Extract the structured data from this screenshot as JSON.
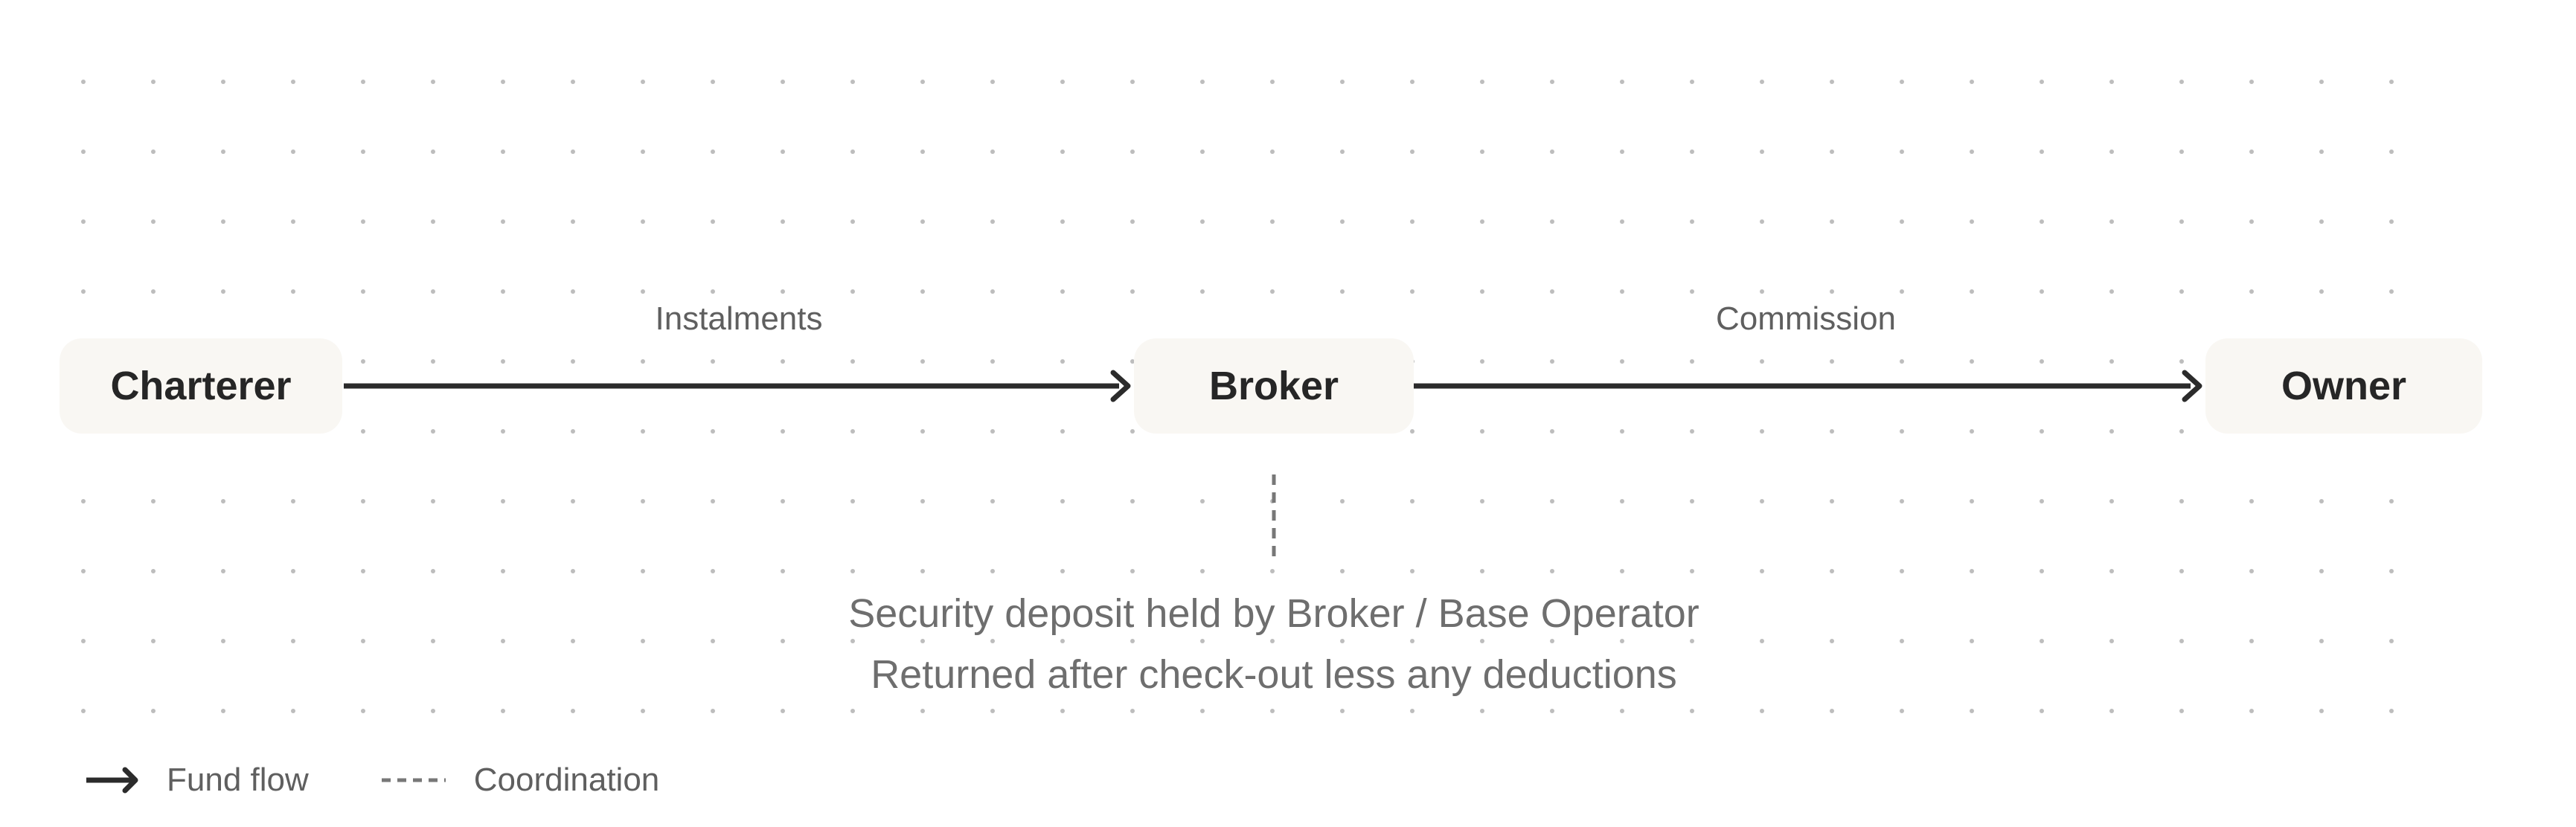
{
  "diagram": {
    "nodes": [
      {
        "id": "charterer",
        "label": "Charterer"
      },
      {
        "id": "broker",
        "label": "Broker"
      },
      {
        "id": "owner",
        "label": "Owner"
      }
    ],
    "edges": [
      {
        "from": "charterer",
        "to": "broker",
        "label": "Instalments",
        "style": "solid"
      },
      {
        "from": "broker",
        "to": "owner",
        "label": "Commission",
        "style": "solid"
      }
    ],
    "note": {
      "attached_to": "broker",
      "style": "dashed",
      "lines": [
        "Security deposit held by Broker / Base Operator",
        "Returned after check-out less any deductions"
      ]
    }
  },
  "legend": {
    "fund_flow": "Fund flow",
    "coordination": "Coordination"
  },
  "colors": {
    "node_fill": "#f9f7f3",
    "line": "#2b2b2b",
    "text_dark": "#262626",
    "text_muted": "#6e6e6e",
    "dot": "#bdbdbd"
  }
}
